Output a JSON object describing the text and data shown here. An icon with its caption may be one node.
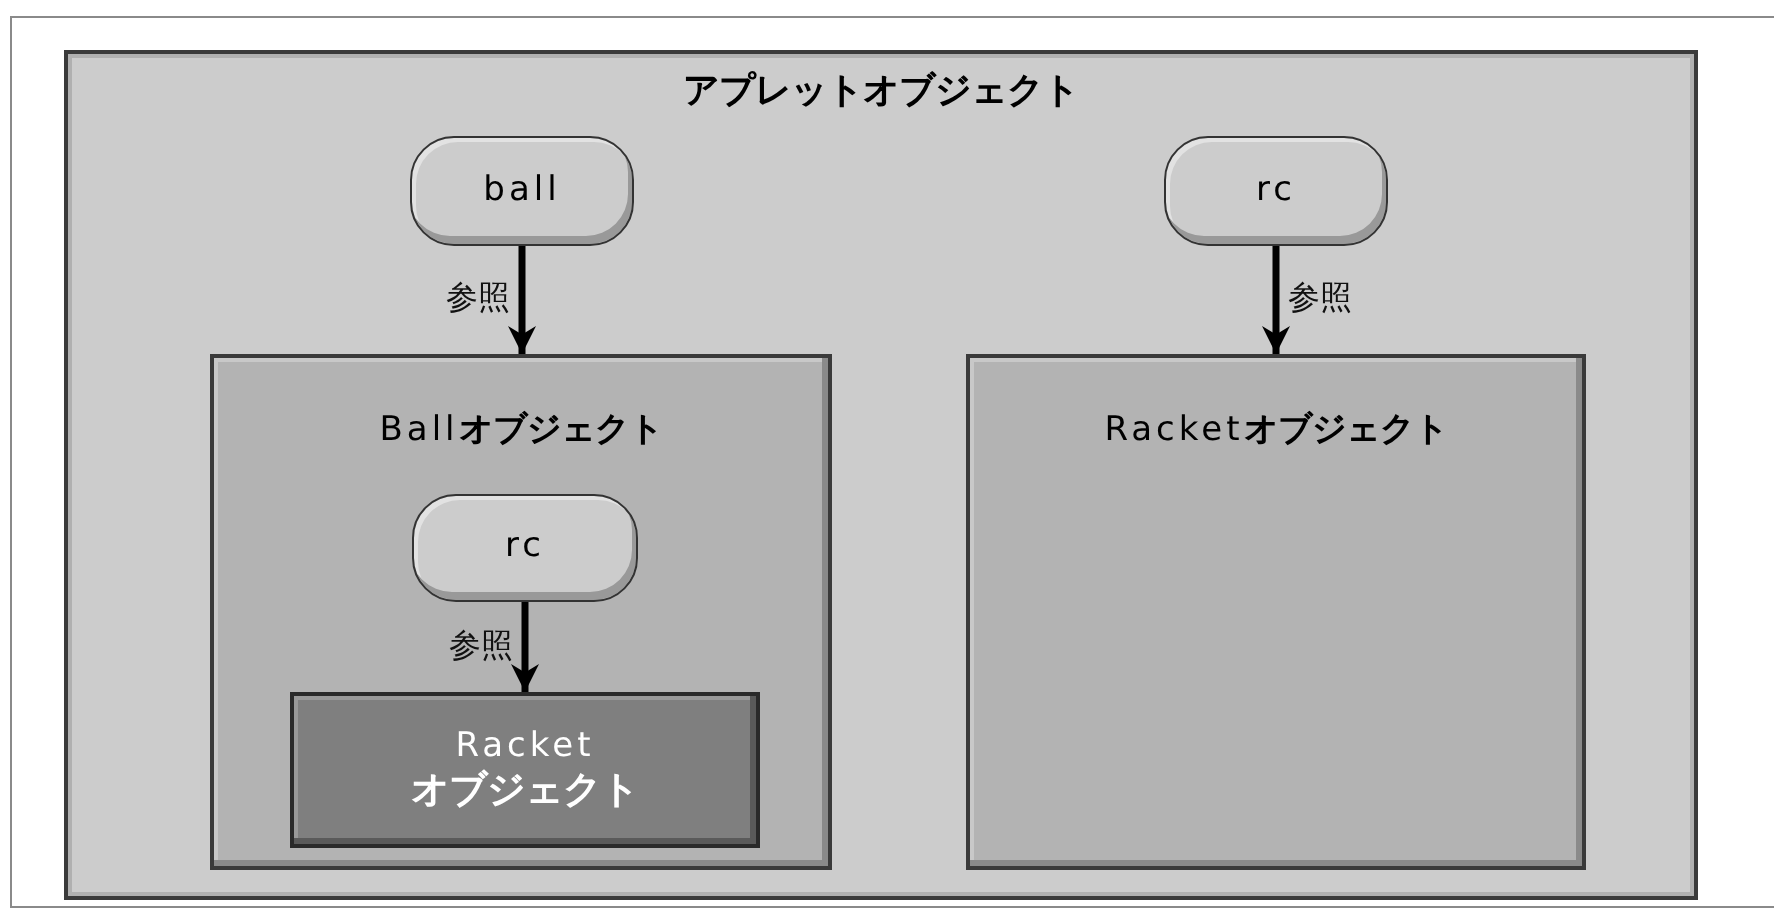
{
  "diagram": {
    "nodes": [
      {
        "text": [
          "アプレットオブジェクト"
        ]
      },
      {
        "text": [
          "ball"
        ],
        "in": 0
      },
      {
        "text": [
          "Ball**オブジェクト**"
        ],
        "in": 0
      },
      {
        "text": [
          "rc"
        ],
        "in": 2
      },
      {
        "text": [
          "Racket **オブジェクト**"
        ],
        "in": 2
      },
      {
        "text": [
          "rc"
        ],
        "in": 0
      },
      {
        "text": [
          "Racket**オブジェクト**"
        ],
        "in": 0
      }
    ],
    "edges": [
      {
        "from": 1,
        "to": 2,
        "arrow": "to",
        "label": "参照"
      },
      {
        "from": 3,
        "to": 4,
        "arrow": "to",
        "label": "参照"
      },
      {
        "from": 5,
        "to": 6,
        "arrow": "to",
        "label": "参照"
      }
    ]
  }
}
